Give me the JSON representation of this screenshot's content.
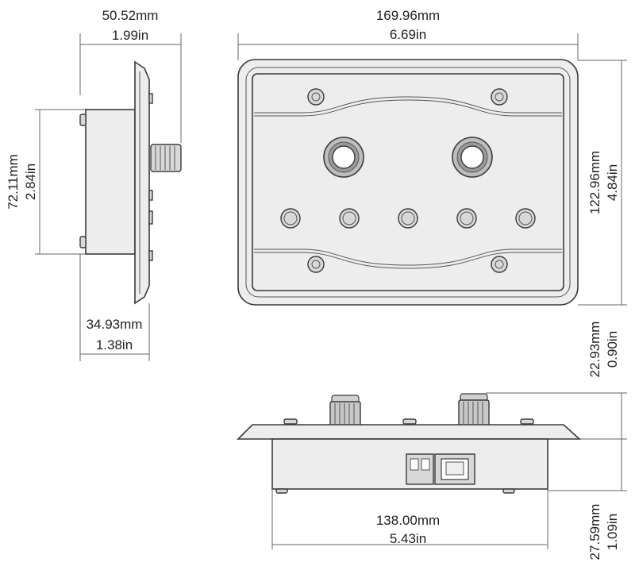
{
  "dimensions": {
    "side_width": {
      "mm": "50.52mm",
      "in": "1.99in"
    },
    "front_width": {
      "mm": "169.96mm",
      "in": "6.69in"
    },
    "side_height": {
      "mm": "72.11mm",
      "in": "2.84in"
    },
    "front_height": {
      "mm": "122.96mm",
      "in": "4.84in"
    },
    "side_depth": {
      "mm": "34.93mm",
      "in": "1.38in"
    },
    "knob_height": {
      "mm": "22.93mm",
      "in": "0.90in"
    },
    "body_width": {
      "mm": "138.00mm",
      "in": "5.43in"
    },
    "body_height": {
      "mm": "27.59mm",
      "in": "1.09in"
    }
  }
}
